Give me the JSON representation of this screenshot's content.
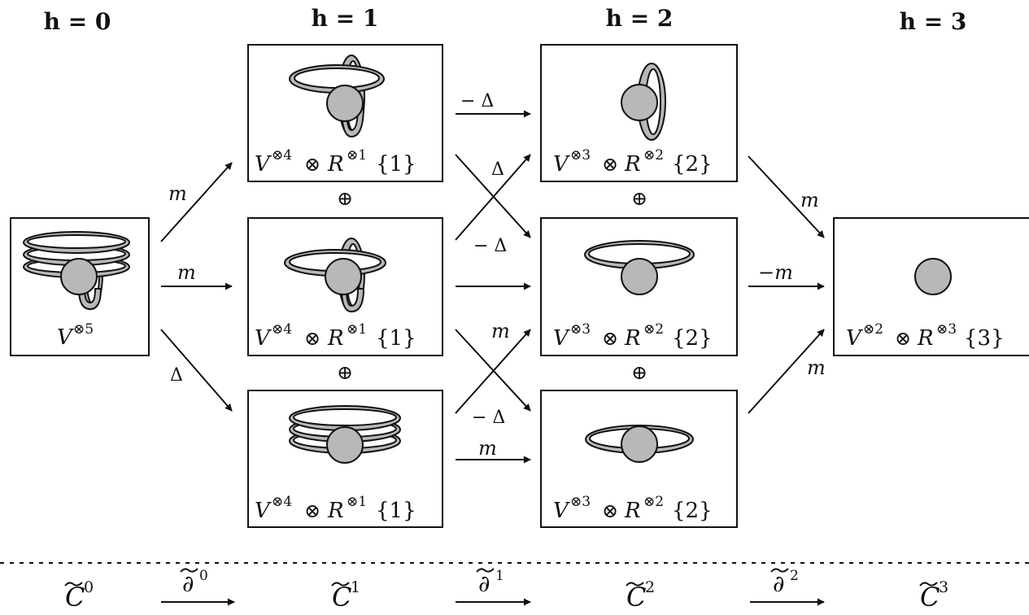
{
  "columns": [
    {
      "h_label": "h = 0"
    },
    {
      "h_label": "h = 1"
    },
    {
      "h_label": "h = 2"
    },
    {
      "h_label": "h = 3"
    }
  ],
  "states": {
    "h0": {
      "V": "V",
      "V_exp": "⊗5"
    },
    "h1": [
      {
        "V": "V",
        "V_exp": "⊗4",
        "otimes": "⊗",
        "R": "R",
        "R_exp": "⊗1",
        "shift": "{1}"
      },
      {
        "V": "V",
        "V_exp": "⊗4",
        "otimes": "⊗",
        "R": "R",
        "R_exp": "⊗1",
        "shift": "{1}"
      },
      {
        "V": "V",
        "V_exp": "⊗4",
        "otimes": "⊗",
        "R": "R",
        "R_exp": "⊗1",
        "shift": "{1}"
      }
    ],
    "h2": [
      {
        "V": "V",
        "V_exp": "⊗3",
        "otimes": "⊗",
        "R": "R",
        "R_exp": "⊗2",
        "shift": "{2}"
      },
      {
        "V": "V",
        "V_exp": "⊗3",
        "otimes": "⊗",
        "R": "R",
        "R_exp": "⊗2",
        "shift": "{2}"
      },
      {
        "V": "V",
        "V_exp": "⊗3",
        "otimes": "⊗",
        "R": "R",
        "R_exp": "⊗2",
        "shift": "{2}"
      }
    ],
    "h3": {
      "V": "V",
      "V_exp": "⊗2",
      "otimes": "⊗",
      "R": "R",
      "R_exp": "⊗3",
      "shift": "{3}"
    }
  },
  "oplus": "⊕",
  "maps": {
    "m": "m",
    "delta": "Δ",
    "neg_delta": "− Δ",
    "neg_m": "−m"
  },
  "complex": {
    "C0": {
      "base": "C",
      "sup": "0"
    },
    "C1": {
      "base": "C",
      "sup": "1"
    },
    "C2": {
      "base": "C",
      "sup": "2"
    },
    "C3": {
      "base": "C",
      "sup": "3"
    },
    "d0": {
      "base": "∂",
      "sup": "0"
    },
    "d1": {
      "base": "∂",
      "sup": "1"
    },
    "d2": {
      "base": "∂",
      "sup": "2"
    }
  },
  "colors": {
    "ink": "#111111",
    "fill_gray": "#b8b8b8",
    "background": "#ffffff"
  }
}
